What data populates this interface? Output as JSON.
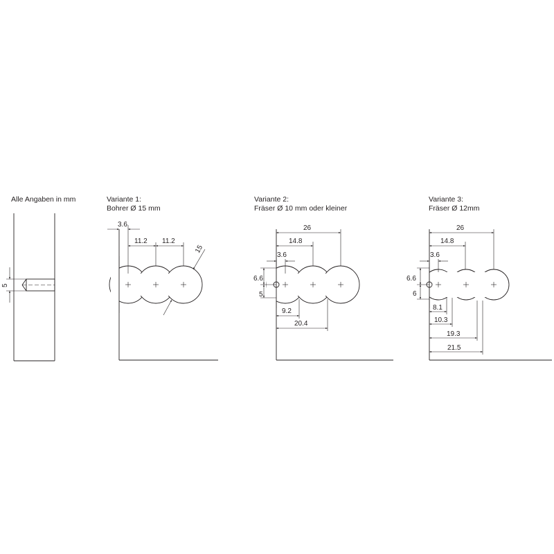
{
  "note": "Alle Angaben in mm",
  "side_view": {
    "dim_5": "5"
  },
  "variante1": {
    "title": "Variante 1:",
    "subtitle": "Bohrer Ø 15 mm",
    "d_3_6": "3.6",
    "d_11_2a": "11.2",
    "d_11_2b": "11.2",
    "d_15": "15"
  },
  "variante2": {
    "title": "Variante  2:",
    "subtitle": "Fräser Ø 10 mm oder kleiner",
    "d_26": "26",
    "d_14_8": "14.8",
    "d_3_6": "3.6",
    "d_6_6": "6.6",
    "d_5": "5",
    "d_9_2": "9.2",
    "d_20_4": "20.4"
  },
  "variante3": {
    "title": "Variante 3:",
    "subtitle": "Fräser Ø 12mm",
    "d_26": "26",
    "d_14_8": "14.8",
    "d_3_6": "3.6",
    "d_6_6": "6.6",
    "d_6": "6",
    "d_8_1": "8.1",
    "d_10_3": "10.3",
    "d_19_3": "19.3",
    "d_21_5": "21.5"
  }
}
